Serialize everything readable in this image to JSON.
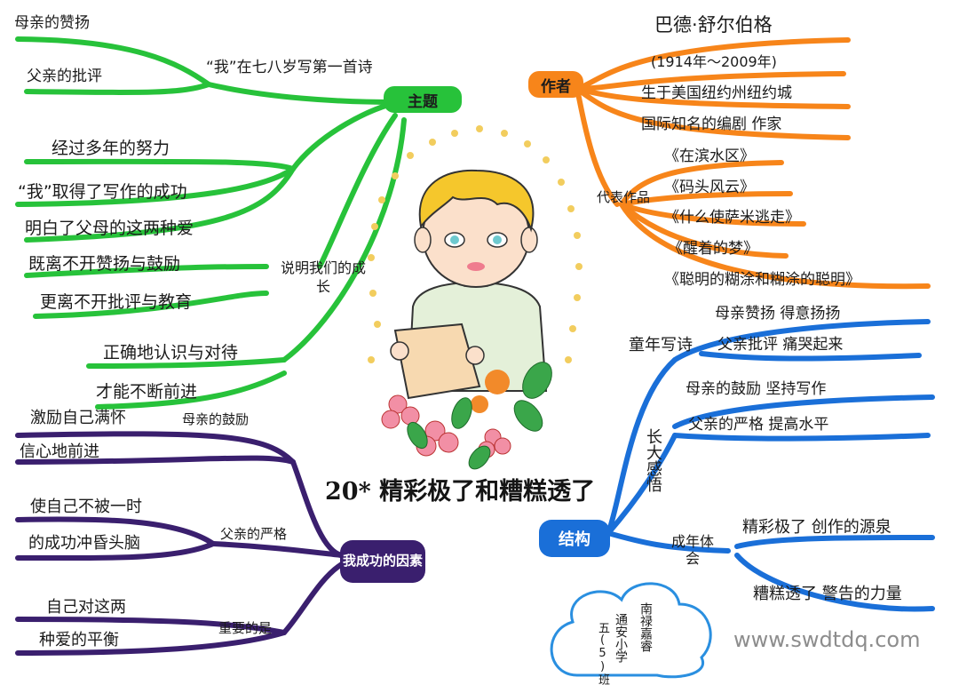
{
  "title": "20* 精彩极了和糟糕透了",
  "watermark": "www.swdtdq.com",
  "green": {
    "hub": "主题",
    "sub1": "“我”在七八岁写第一首诗",
    "items1": [
      "母亲的赞扬",
      "父亲的批评"
    ],
    "items2": [
      "经过多年的努力",
      "“我”取得了写作的成功",
      "明白了父母的这两种爱"
    ],
    "sub3": "说明我们的成长",
    "items3": [
      "既离不开赞扬与鼓励",
      "更离不开批评与教育"
    ],
    "items4": [
      "正确地认识与对待",
      "才能不断前进"
    ]
  },
  "orange": {
    "hub": "作者",
    "name": "巴德·舒尔伯格",
    "years": "(1914年～2009年)",
    "birth": "生于美国纽约州纽约城",
    "job": "国际知名的编剧 作家",
    "works_label": "代表作品",
    "works": [
      "《在滨水区》",
      "《码头风云》",
      "《什么使萨米逃走》",
      "《醒着的梦》",
      "《聪明的糊涂和糊涂的聪明》"
    ]
  },
  "blue": {
    "hub": "结构",
    "childhood": "童年写诗",
    "childhood_items": [
      "母亲赞扬 得意扬扬",
      "父亲批评 痛哭起来"
    ],
    "growth": "长大感悟",
    "growth_items": [
      "母亲的鼓励 坚持写作",
      "父亲的严格 提高水平"
    ],
    "adult": "成年体会",
    "adult_items": [
      "精彩极了 创作的源泉",
      "糟糕透了 警告的力量"
    ]
  },
  "purple": {
    "hub": "我成功的因素",
    "mother": "母亲的鼓励",
    "mother_items": [
      "激励自己满怀",
      "信心地前进"
    ],
    "father": "父亲的严格",
    "father_items": [
      "使自己不被一时",
      "的成功冲昏头脑"
    ],
    "important": "重要的是",
    "important_items": [
      "自己对这两",
      "种爱的平衡"
    ]
  },
  "signature": {
    "school": "通安小学",
    "class": "五(5)班",
    "author": "南禄嘉睿"
  },
  "colors": {
    "green": "#27c23a",
    "orange": "#f7851a",
    "blue": "#1a6fd8",
    "purple": "#3a1f6e"
  }
}
